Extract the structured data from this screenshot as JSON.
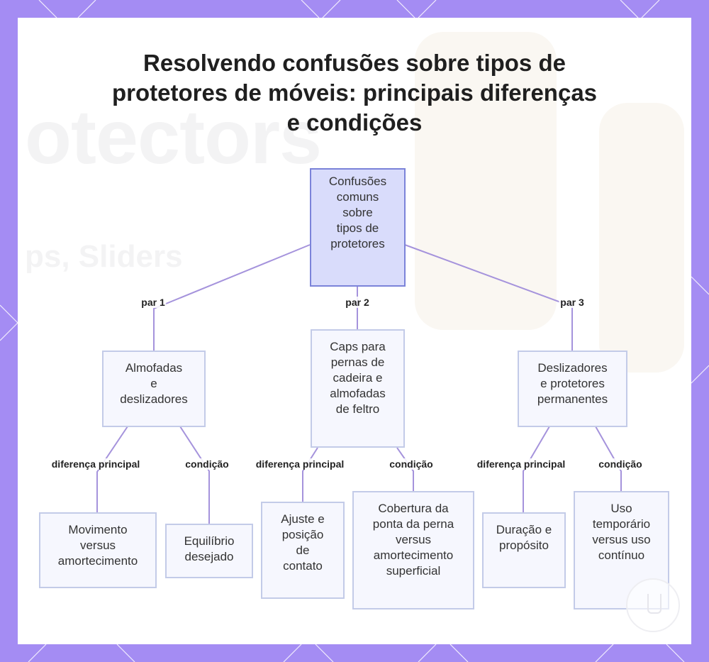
{
  "title": "Resolvendo confusões sobre tipos de protetores de móveis: principais diferenças e condições",
  "background_text": {
    "big": "otectors",
    "small": "ps, Sliders"
  },
  "colors": {
    "frame": "#a48cf3",
    "edge": "#a593dc",
    "root_fill": "#d9dcfb",
    "root_border": "#7b83d9",
    "node_fill": "#f6f7fe",
    "node_border": "#c3cbe8"
  },
  "nodes": {
    "root": "Confusões\ncomuns\nsobre\ntipos de\nprotetores",
    "pair1": "Almofadas\ne\ndeslizadores",
    "pair2": "Caps para\npernas de\ncadeira e\nalmofadas\nde feltro",
    "pair3": "Deslizadores\ne protetores\npermanentes",
    "p1_diff": "Movimento\nversus\namortecimento",
    "p1_cond": "Equilíbrio\ndesejado",
    "p2_diff": "Ajuste e\nposição\nde\ncontato",
    "p2_cond": "Cobertura da\nponta da perna\nversus\namortecimento\nsuperficial",
    "p3_diff": "Duração e\npropósito",
    "p3_cond": "Uso\ntemporário\nversus uso\ncontínuo"
  },
  "edge_labels": {
    "par1": "par 1",
    "par2": "par 2",
    "par3": "par 3",
    "p1_diff": "diferença principal",
    "p1_cond": "condição",
    "p2_diff": "diferença principal",
    "p2_cond": "condição",
    "p3_diff": "diferença principal",
    "p3_cond": "condição"
  }
}
